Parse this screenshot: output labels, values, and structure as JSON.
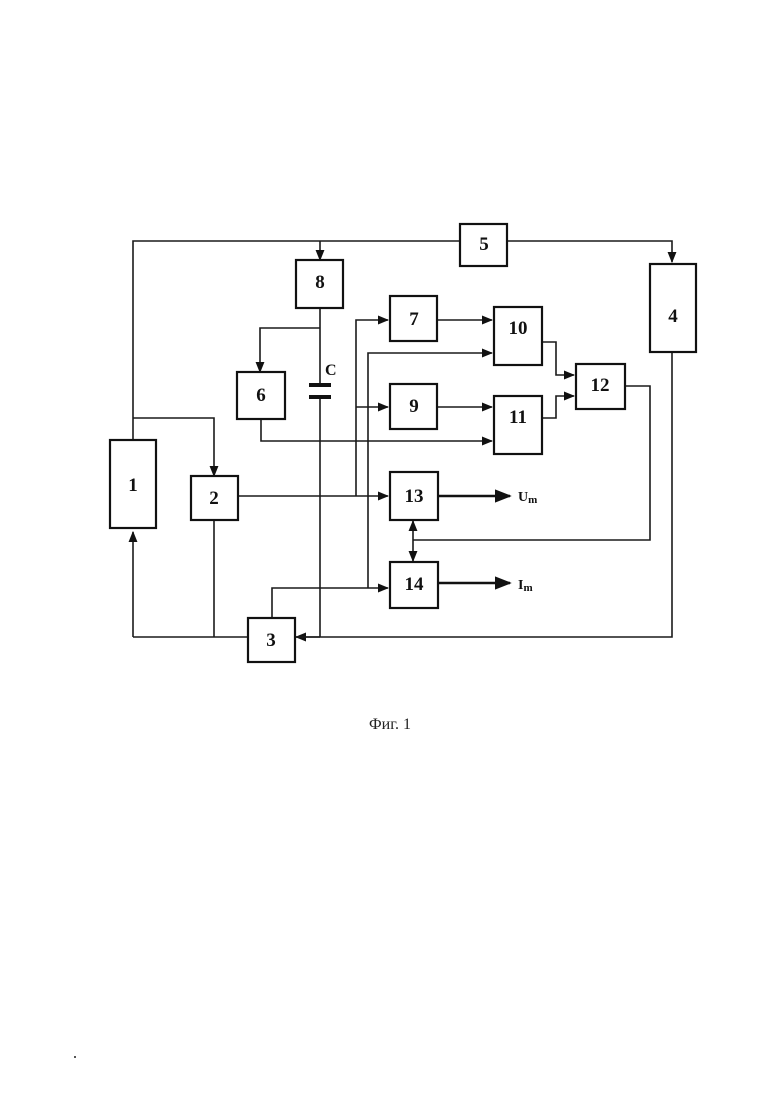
{
  "figure": {
    "caption": "Фиг. 1",
    "blocks": [
      {
        "id": "b1",
        "label": "1"
      },
      {
        "id": "b2",
        "label": "2"
      },
      {
        "id": "b3",
        "label": "3"
      },
      {
        "id": "b4",
        "label": "4"
      },
      {
        "id": "b5",
        "label": "5"
      },
      {
        "id": "b6",
        "label": "6"
      },
      {
        "id": "b7",
        "label": "7"
      },
      {
        "id": "b8",
        "label": "8"
      },
      {
        "id": "b9",
        "label": "9"
      },
      {
        "id": "b10",
        "label": "10"
      },
      {
        "id": "b11",
        "label": "11"
      },
      {
        "id": "b12",
        "label": "12"
      },
      {
        "id": "b13",
        "label": "13"
      },
      {
        "id": "b14",
        "label": "14"
      }
    ],
    "capacitor_label": "C",
    "output_u_label": "U",
    "output_u_sub": "m",
    "output_i_label": "I",
    "output_i_sub": "m"
  }
}
